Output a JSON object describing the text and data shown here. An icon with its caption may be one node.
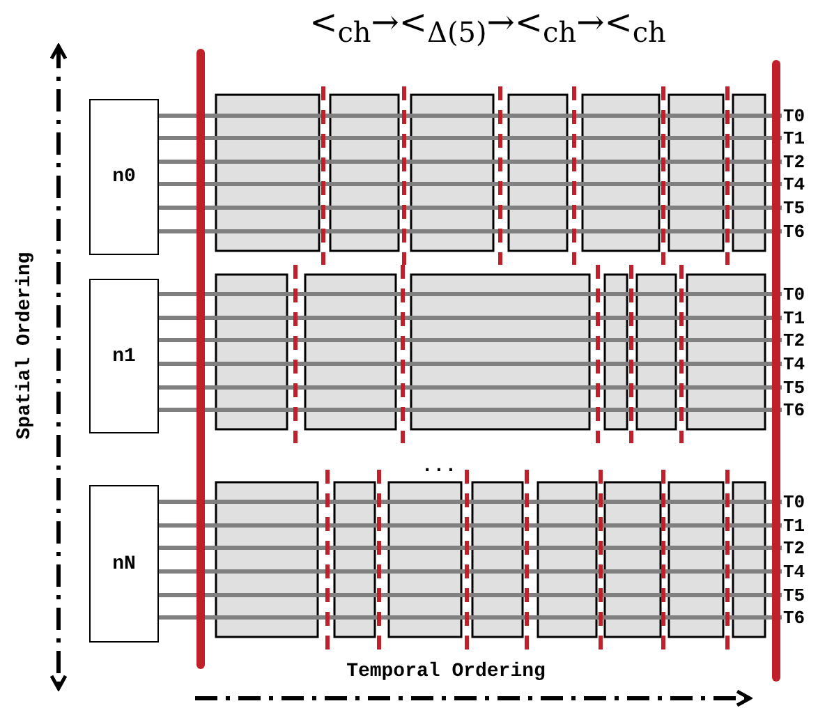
{
  "diagram": {
    "title": "<$_{ch}$→<$_{Δ(5)}$→<$_{ch}$→<$_{ch}$",
    "nodes": [
      {
        "text": [
          "n0"
        ]
      },
      {
        "text": [
          "n1"
        ]
      },
      {
        "text": [
          "nN"
        ]
      },
      {
        "text": [
          "T0"
        ]
      },
      {
        "text": [
          "T1"
        ]
      },
      {
        "text": [
          "T2"
        ]
      },
      {
        "text": [
          "T4"
        ]
      },
      {
        "text": [
          "T5"
        ]
      },
      {
        "text": [
          "T6"
        ]
      },
      {
        "text": [
          "T0"
        ]
      },
      {
        "text": [
          "T1"
        ]
      },
      {
        "text": [
          "T2"
        ]
      },
      {
        "text": [
          "T4"
        ]
      },
      {
        "text": [
          "T5"
        ]
      },
      {
        "text": [
          "T6"
        ]
      },
      {
        "text": [
          "T0"
        ]
      },
      {
        "text": [
          "T1"
        ]
      },
      {
        "text": [
          "T2"
        ]
      },
      {
        "text": [
          "T4"
        ]
      },
      {
        "text": [
          "T5"
        ]
      },
      {
        "text": [
          "T6"
        ]
      }
    ],
    "edges": [
      {
        "from": 0,
        "to": 3,
        "arrow": "none"
      },
      {
        "from": 0,
        "to": 4,
        "arrow": "none"
      },
      {
        "from": 0,
        "to": 5,
        "arrow": "none"
      },
      {
        "from": 0,
        "to": 6,
        "arrow": "none"
      },
      {
        "from": 0,
        "to": 7,
        "arrow": "none"
      },
      {
        "from": 0,
        "to": 8,
        "arrow": "none"
      },
      {
        "from": 1,
        "to": 9,
        "arrow": "none"
      },
      {
        "from": 1,
        "to": 10,
        "arrow": "none"
      },
      {
        "from": 1,
        "to": 11,
        "arrow": "none"
      },
      {
        "from": 1,
        "to": 12,
        "arrow": "none"
      },
      {
        "from": 1,
        "to": 13,
        "arrow": "none"
      },
      {
        "from": 1,
        "to": 14,
        "arrow": "none"
      },
      {
        "from": 2,
        "to": 15,
        "arrow": "none"
      },
      {
        "from": 2,
        "to": 16,
        "arrow": "none"
      },
      {
        "from": 2,
        "to": 17,
        "arrow": "none"
      },
      {
        "from": 2,
        "to": 18,
        "arrow": "none"
      },
      {
        "from": 2,
        "to": 19,
        "arrow": "none"
      },
      {
        "from": 2,
        "to": 20,
        "arrow": "none"
      }
    ],
    "labels": [
      "Spatial Ordering",
      "...",
      "Temporal Ordering"
    ]
  }
}
